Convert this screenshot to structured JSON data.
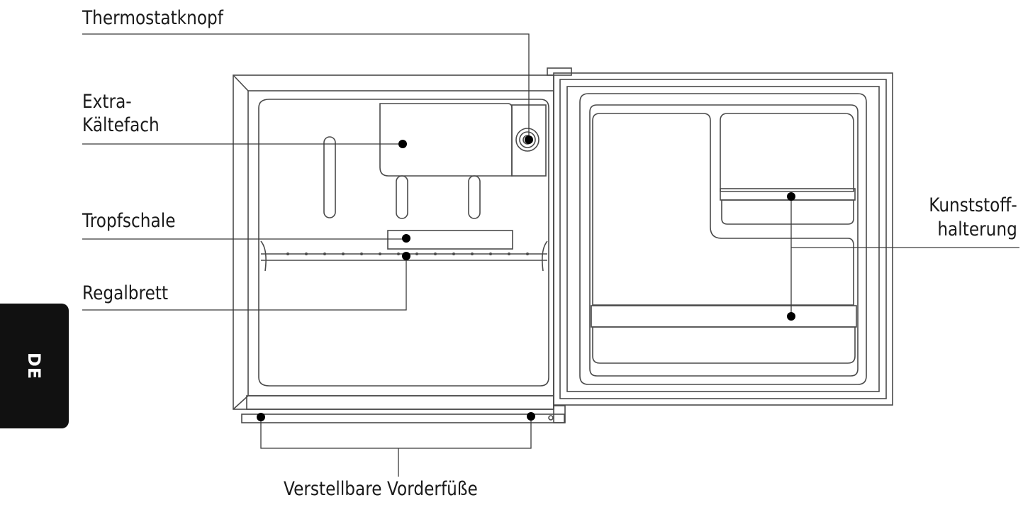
{
  "labels": {
    "thermostat": "Thermostatknopf",
    "extra_line1": "Extra-",
    "extra_line2": "Kältefach",
    "drip": "Tropfschale",
    "shelf": "Regalbrett",
    "holder_line1": "Kunststoff-",
    "holder_line2": "halterung",
    "feet": "Verstellbare Vorderfüße"
  },
  "language_tab": "DE",
  "colors": {
    "line": "#3a3a3a",
    "text": "#1a1a1a",
    "tab": "#111111",
    "tab_text": "#ffffff"
  }
}
